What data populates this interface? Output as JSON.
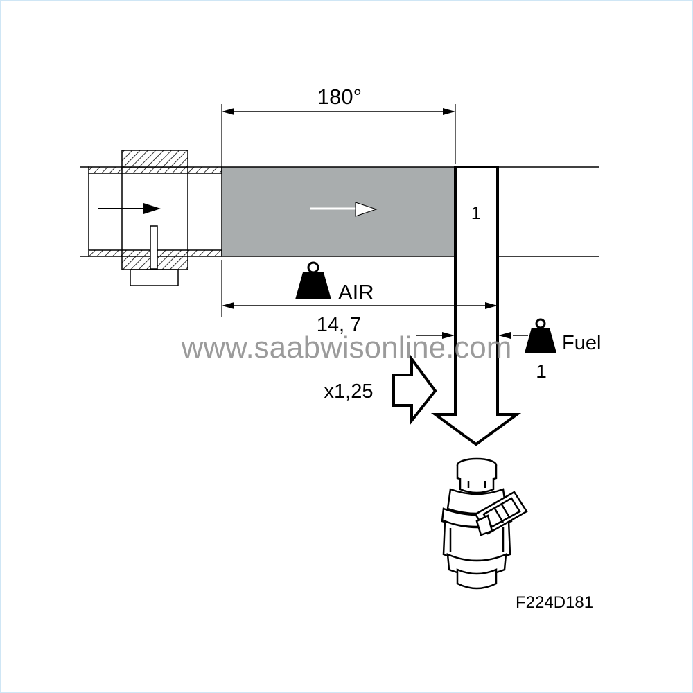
{
  "labels": {
    "angle": "180°",
    "cylinder": "1",
    "air": "AIR",
    "air_ratio": "14, 7",
    "fuel": "Fuel",
    "fuel_ratio": "1",
    "factor": "x1,25",
    "figure_code": "F224D181"
  },
  "watermark": "www.saabwisonline.com",
  "colors": {
    "line": "#000000",
    "air_fill": "#a9adae",
    "watermark": "#8a8a8a",
    "frame": "#cfe6f5"
  }
}
